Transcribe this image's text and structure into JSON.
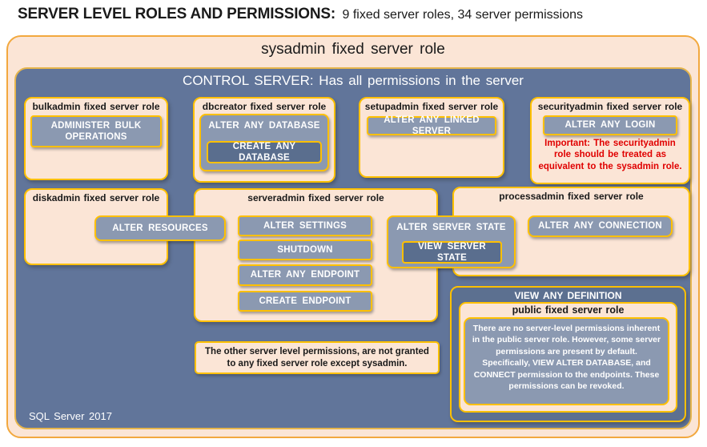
{
  "page": {
    "title_bold": "SERVER LEVEL ROLES AND PERMISSIONS:",
    "title_rest": "9 fixed server roles, 34 server permissions"
  },
  "sysadmin": {
    "label": "sysadmin fixed server role"
  },
  "control_server": {
    "label": "CONTROL SERVER: Has all permissions in the server",
    "footer": "SQL Server 2017"
  },
  "roles": {
    "bulkadmin": {
      "title": "bulkadmin fixed server role",
      "permission": "ADMINISTER BULK OPERATIONS"
    },
    "dbcreator": {
      "title": "dbcreator fixed server role",
      "permission": "ALTER ANY DATABASE",
      "nested_permission": "CREATE ANY DATABASE"
    },
    "setupadmin": {
      "title": "setupadmin fixed server role",
      "permission": "ALTER ANY LINKED SERVER"
    },
    "securityadmin": {
      "title": "securityadmin fixed server role",
      "permission": "ALTER ANY LOGIN",
      "warning": "Important: The securityadmin role should be treated as equivalent to the sysadmin role."
    },
    "diskadmin": {
      "title": "diskadmin fixed server role",
      "permission": "ALTER RESOURCES"
    },
    "serveradmin": {
      "title": "serveradmin fixed server role",
      "permissions": [
        "ALTER SETTINGS",
        "SHUTDOWN",
        "ALTER ANY ENDPOINT",
        "CREATE ENDPOINT"
      ],
      "shared_permission": "ALTER SERVER STATE",
      "shared_nested_permission": "VIEW SERVER STATE"
    },
    "processadmin": {
      "title": "processadmin fixed server role",
      "permission": "ALTER ANY CONNECTION"
    },
    "public": {
      "header": "VIEW ANY DEFINITION",
      "title": "public fixed server role",
      "description": "There are no server-level permissions inherent in the public server role. However, some server permissions are present by default. Specifically, VIEW ALTER DATABASE, and CONNECT permission to the endpoints. These permissions can be revoked."
    }
  },
  "note": "The other server level permissions, are not granted to any fixed server role except sysadmin.",
  "colors": {
    "peach": "#FBE5D6",
    "panel_blue": "#61759A",
    "button_fill": "#8B99B1",
    "button_dark_fill": "#5A6E8E",
    "gold_border": "#FFC000",
    "outer_border": "#F2A83E",
    "warning_red": "#E00000",
    "text_dark": "#1A1A1A",
    "text_white": "#FFFFFF"
  }
}
